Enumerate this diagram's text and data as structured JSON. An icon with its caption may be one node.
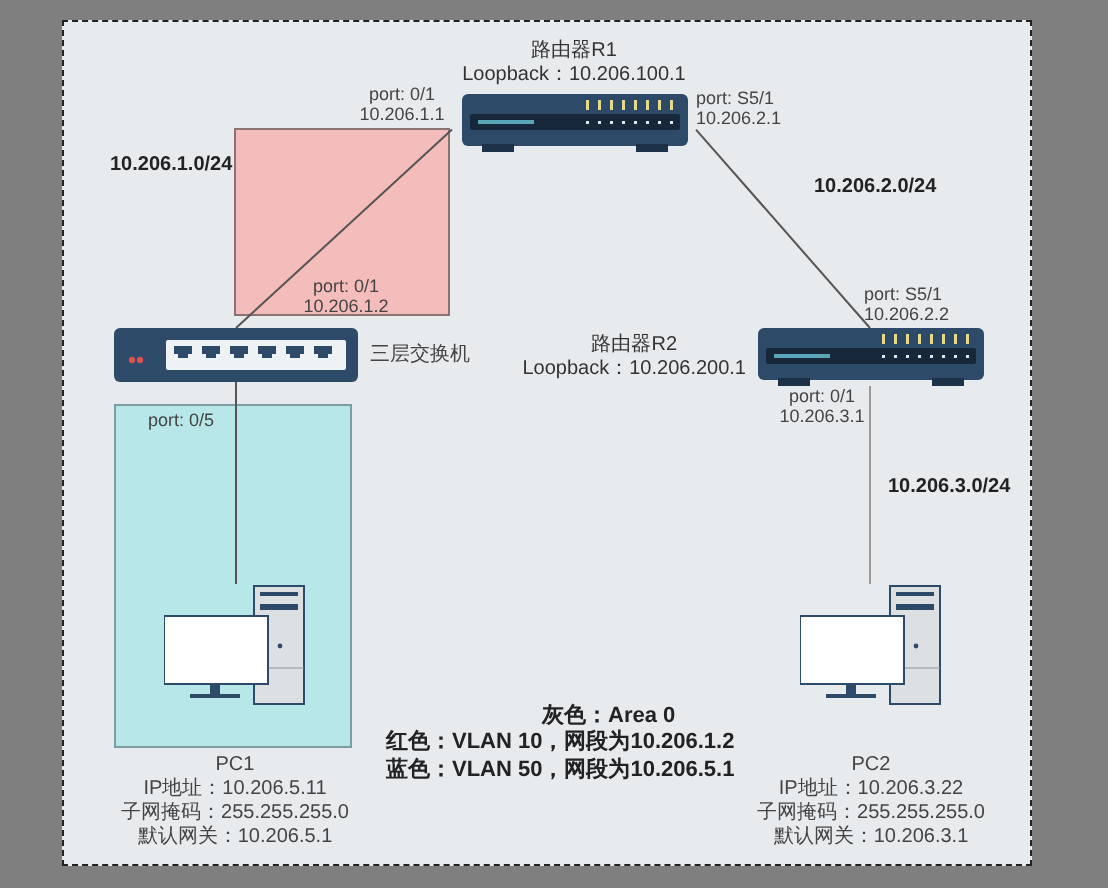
{
  "diagram": {
    "nodes": [
      {
        "text": [
          "路由器R1",
          "Loopback：10.206.100.1"
        ],
        "beside": [
          "port: 0/1 10.206.1.1",
          "port: S5/1 10.206.2.1"
        ]
      },
      {
        "text": [
          "三层交换机"
        ],
        "beside": [
          "port: 0/1 10.206.1.2",
          "port: 0/5"
        ]
      },
      {
        "text": [
          "路由器R2",
          "Loopback：10.206.200.1"
        ],
        "beside": [
          "port: S5/1 10.206.2.2",
          "port: 0/1 10.206.3.1"
        ]
      },
      {
        "text": [
          "PC1",
          "IP地址：10.206.5.11",
          "子网掩码：255.255.255.0",
          "默认网关：10.206.5.1"
        ]
      },
      {
        "text": [
          "PC2",
          "IP地址：10.206.3.22",
          "子网掩码：255.255.255.0",
          "默认网关：10.206.3.1"
        ]
      }
    ],
    "edges": [
      {
        "from": 0,
        "to": 1,
        "arrow": "none"
      },
      {
        "from": 0,
        "to": 2,
        "arrow": "none"
      },
      {
        "from": 1,
        "to": 3,
        "arrow": "none"
      },
      {
        "from": 2,
        "to": 4,
        "arrow": "none",
        "color": "#9a9a9a"
      }
    ],
    "labels": [
      "10.206.1.0/24",
      "10.206.2.0/24",
      "10.206.3.0/24",
      "灰色：Area 0",
      "红色：VLAN 10，网段为10.206.1.2",
      "蓝色：VLAN 50，网段为10.206.5.1"
    ]
  }
}
